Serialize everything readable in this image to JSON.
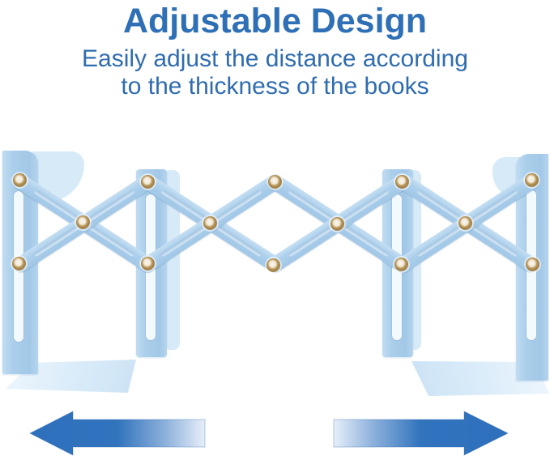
{
  "page": {
    "background": "#FFFFFF"
  },
  "header": {
    "title": "Adjustable Design",
    "subtitle_line1": "Easily adjust the distance according",
    "subtitle_line2": "to the thickness of the books",
    "title_color": "#2E6FB5",
    "subtitle_color": "#2F6CB0"
  },
  "illustration": {
    "description": "Light blue expandable bookend with accordion scissor mechanism, slotted upright panels, brass rivet pivots and L-shaped bases; arrows below indicate sliding wider or narrower",
    "colors": {
      "bookend_blue": "#A9CEEB",
      "bookend_highlight": "#D7EAF8",
      "slot_white": "#F3FAFE",
      "rivet_brass": "#9F7F47",
      "arrow_blue": "#2E70BC"
    },
    "pivot_count": 14
  }
}
